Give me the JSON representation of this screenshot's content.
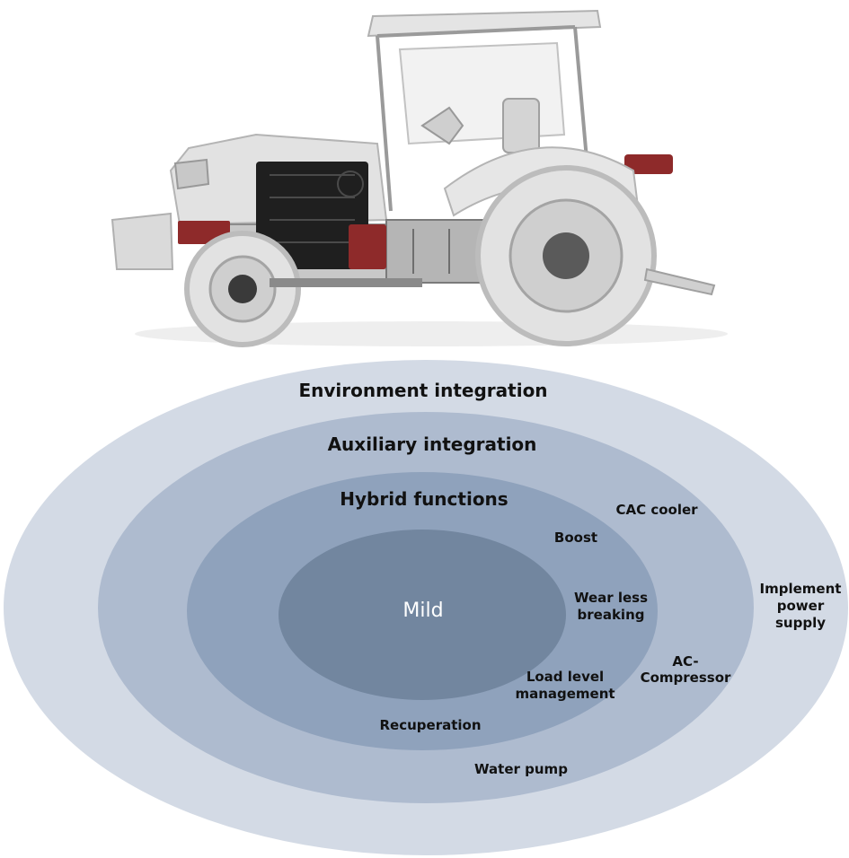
{
  "colors": {
    "ring_outer": "#d3dae5",
    "ring_auxiliary": "#aebbcf",
    "ring_hybrid": "#8fa2bc",
    "ring_core": "#72869f",
    "tractor_body": "#dcdcdc",
    "tractor_outline": "#a8a8a8",
    "engine": "#1f1f1f",
    "highlight_red": "#8e2a2a"
  },
  "rings": {
    "environment": "Environment integration",
    "auxiliary": "Auxiliary integration",
    "hybrid": "Hybrid functions",
    "core": "Mild"
  },
  "items": {
    "cac_cooler": "CAC cooler",
    "boost": "Boost",
    "wear_less_1": "Wear less",
    "wear_less_2": "breaking",
    "implement_1": "Implement",
    "implement_2": "power",
    "implement_3": "supply",
    "ac_1": "AC-",
    "ac_2": "Compressor",
    "load_1": "Load level",
    "load_2": "management",
    "recuperation": "Recuperation",
    "water_pump": "Water pump"
  }
}
